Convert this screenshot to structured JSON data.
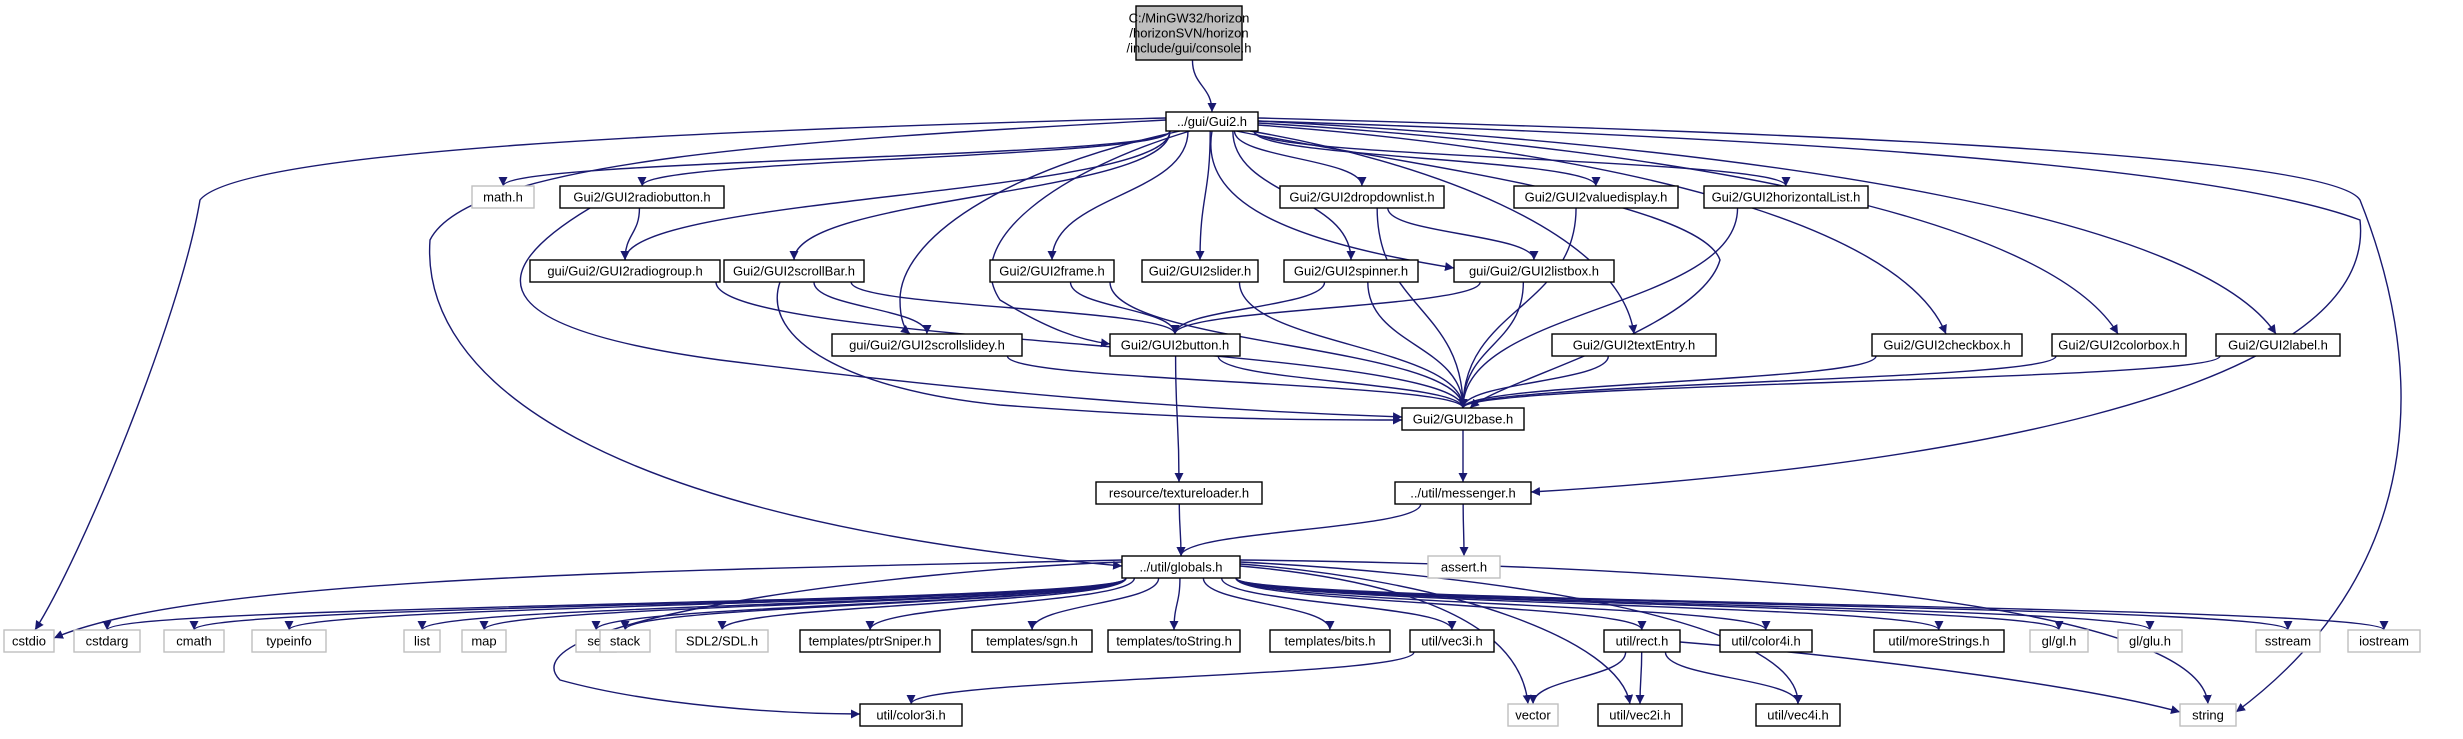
{
  "diagram": {
    "type": "include-dependency-graph",
    "colors": {
      "edge": "#191970",
      "root_fill": "#bfbfbf",
      "border": "#000000",
      "system_border": "#bfbfbf",
      "background": "#ffffff"
    },
    "nodes": [
      {
        "id": "console",
        "kind": "root",
        "label": "C:/MinGW32/horizon\n/horizonSVN/horizon\n/include/gui/console.h"
      },
      {
        "id": "gui2",
        "kind": "file",
        "label": "../gui/Gui2.h"
      },
      {
        "id": "math",
        "kind": "sys",
        "label": "math.h"
      },
      {
        "id": "radiobutton",
        "kind": "file",
        "label": "Gui2/GUI2radiobutton.h"
      },
      {
        "id": "radiogroup",
        "kind": "file",
        "label": "gui/Gui2/GUI2radiogroup.h"
      },
      {
        "id": "scrollbar",
        "kind": "file",
        "label": "Gui2/GUI2scrollBar.h"
      },
      {
        "id": "scrollslidey",
        "kind": "file",
        "label": "gui/Gui2/GUI2scrollslidey.h"
      },
      {
        "id": "frame",
        "kind": "file",
        "label": "Gui2/GUI2frame.h"
      },
      {
        "id": "slider",
        "kind": "file",
        "label": "Gui2/GUI2slider.h"
      },
      {
        "id": "dropdown",
        "kind": "file",
        "label": "Gui2/GUI2dropdownlist.h"
      },
      {
        "id": "spinner",
        "kind": "file",
        "label": "Gui2/GUI2spinner.h"
      },
      {
        "id": "listbox",
        "kind": "file",
        "label": "gui/Gui2/GUI2listbox.h"
      },
      {
        "id": "valuedisplay",
        "kind": "file",
        "label": "Gui2/GUI2valuedisplay.h"
      },
      {
        "id": "hlist",
        "kind": "file",
        "label": "Gui2/GUI2horizontalList.h"
      },
      {
        "id": "button",
        "kind": "file",
        "label": "Gui2/GUI2button.h"
      },
      {
        "id": "textentry",
        "kind": "file",
        "label": "Gui2/GUI2textEntry.h"
      },
      {
        "id": "checkbox",
        "kind": "file",
        "label": "Gui2/GUI2checkbox.h"
      },
      {
        "id": "colorbox",
        "kind": "file",
        "label": "Gui2/GUI2colorbox.h"
      },
      {
        "id": "label",
        "kind": "file",
        "label": "Gui2/GUI2label.h"
      },
      {
        "id": "base",
        "kind": "file",
        "label": "Gui2/GUI2base.h"
      },
      {
        "id": "textureloader",
        "kind": "file",
        "label": "resource/textureloader.h"
      },
      {
        "id": "messenger",
        "kind": "file",
        "label": "../util/messenger.h"
      },
      {
        "id": "assert",
        "kind": "sys",
        "label": "assert.h"
      },
      {
        "id": "globals",
        "kind": "file",
        "label": "../util/globals.h"
      },
      {
        "id": "cstdio",
        "kind": "sys",
        "label": "cstdio"
      },
      {
        "id": "cstdarg",
        "kind": "sys",
        "label": "cstdarg"
      },
      {
        "id": "cmath",
        "kind": "sys",
        "label": "cmath"
      },
      {
        "id": "typeinfo",
        "kind": "sys",
        "label": "typeinfo"
      },
      {
        "id": "list",
        "kind": "sys",
        "label": "list"
      },
      {
        "id": "map",
        "kind": "sys",
        "label": "map"
      },
      {
        "id": "set",
        "kind": "sys",
        "label": "set"
      },
      {
        "id": "stack",
        "kind": "sys",
        "label": "stack"
      },
      {
        "id": "sdl",
        "kind": "sys",
        "label": "SDL2/SDL.h"
      },
      {
        "id": "ptrsniper",
        "kind": "file",
        "label": "templates/ptrSniper.h"
      },
      {
        "id": "sgn",
        "kind": "file",
        "label": "templates/sgn.h"
      },
      {
        "id": "tostring",
        "kind": "file",
        "label": "templates/toString.h"
      },
      {
        "id": "bits",
        "kind": "file",
        "label": "templates/bits.h"
      },
      {
        "id": "vec3i",
        "kind": "file",
        "label": "util/vec3i.h"
      },
      {
        "id": "rect",
        "kind": "file",
        "label": "util/rect.h"
      },
      {
        "id": "color4i",
        "kind": "file",
        "label": "util/color4i.h"
      },
      {
        "id": "morestrings",
        "kind": "file",
        "label": "util/moreStrings.h"
      },
      {
        "id": "gl",
        "kind": "sys",
        "label": "gl/gl.h"
      },
      {
        "id": "glu",
        "kind": "sys",
        "label": "gl/glu.h"
      },
      {
        "id": "sstream",
        "kind": "sys",
        "label": "sstream"
      },
      {
        "id": "iostream",
        "kind": "sys",
        "label": "iostream"
      },
      {
        "id": "color3i",
        "kind": "file",
        "label": "util/color3i.h"
      },
      {
        "id": "vector",
        "kind": "sys",
        "label": "vector"
      },
      {
        "id": "vec2i",
        "kind": "file",
        "label": "util/vec2i.h"
      },
      {
        "id": "vec4i",
        "kind": "file",
        "label": "util/vec4i.h"
      },
      {
        "id": "string",
        "kind": "sys",
        "label": "string"
      }
    ],
    "edges": [
      [
        "console",
        "gui2"
      ],
      [
        "gui2",
        "math"
      ],
      [
        "gui2",
        "radiobutton"
      ],
      [
        "gui2",
        "radiogroup"
      ],
      [
        "gui2",
        "scrollbar"
      ],
      [
        "gui2",
        "scrollslidey"
      ],
      [
        "gui2",
        "frame"
      ],
      [
        "gui2",
        "slider"
      ],
      [
        "gui2",
        "dropdown"
      ],
      [
        "gui2",
        "spinner"
      ],
      [
        "gui2",
        "listbox"
      ],
      [
        "gui2",
        "valuedisplay"
      ],
      [
        "gui2",
        "hlist"
      ],
      [
        "gui2",
        "button"
      ],
      [
        "gui2",
        "textentry"
      ],
      [
        "gui2",
        "checkbox"
      ],
      [
        "gui2",
        "colorbox"
      ],
      [
        "gui2",
        "label"
      ],
      [
        "gui2",
        "base"
      ],
      [
        "gui2",
        "messenger"
      ],
      [
        "gui2",
        "globals"
      ],
      [
        "gui2",
        "cstdio"
      ],
      [
        "gui2",
        "string"
      ],
      [
        "radiobutton",
        "radiogroup"
      ],
      [
        "radiobutton",
        "base"
      ],
      [
        "radiogroup",
        "base"
      ],
      [
        "scrollbar",
        "scrollslidey"
      ],
      [
        "scrollbar",
        "button"
      ],
      [
        "scrollbar",
        "base"
      ],
      [
        "scrollslidey",
        "base"
      ],
      [
        "frame",
        "button"
      ],
      [
        "frame",
        "base"
      ],
      [
        "slider",
        "base"
      ],
      [
        "dropdown",
        "listbox"
      ],
      [
        "dropdown",
        "base"
      ],
      [
        "spinner",
        "button"
      ],
      [
        "spinner",
        "base"
      ],
      [
        "listbox",
        "button"
      ],
      [
        "listbox",
        "base"
      ],
      [
        "valuedisplay",
        "base"
      ],
      [
        "hlist",
        "base"
      ],
      [
        "button",
        "base"
      ],
      [
        "button",
        "textureloader"
      ],
      [
        "textentry",
        "base"
      ],
      [
        "checkbox",
        "base"
      ],
      [
        "colorbox",
        "base"
      ],
      [
        "label",
        "base"
      ],
      [
        "base",
        "messenger"
      ],
      [
        "textureloader",
        "globals"
      ],
      [
        "messenger",
        "assert"
      ],
      [
        "messenger",
        "globals"
      ],
      [
        "globals",
        "cstdio"
      ],
      [
        "globals",
        "cstdarg"
      ],
      [
        "globals",
        "cmath"
      ],
      [
        "globals",
        "typeinfo"
      ],
      [
        "globals",
        "list"
      ],
      [
        "globals",
        "map"
      ],
      [
        "globals",
        "set"
      ],
      [
        "globals",
        "stack"
      ],
      [
        "globals",
        "sdl"
      ],
      [
        "globals",
        "ptrsniper"
      ],
      [
        "globals",
        "sgn"
      ],
      [
        "globals",
        "tostring"
      ],
      [
        "globals",
        "bits"
      ],
      [
        "globals",
        "vec3i"
      ],
      [
        "globals",
        "rect"
      ],
      [
        "globals",
        "color4i"
      ],
      [
        "globals",
        "morestrings"
      ],
      [
        "globals",
        "gl"
      ],
      [
        "globals",
        "glu"
      ],
      [
        "globals",
        "sstream"
      ],
      [
        "globals",
        "iostream"
      ],
      [
        "globals",
        "color3i"
      ],
      [
        "globals",
        "vector"
      ],
      [
        "globals",
        "vec2i"
      ],
      [
        "globals",
        "vec4i"
      ],
      [
        "globals",
        "string"
      ],
      [
        "vec3i",
        "color3i"
      ],
      [
        "rect",
        "vector"
      ],
      [
        "rect",
        "vec2i"
      ],
      [
        "rect",
        "vec4i"
      ],
      [
        "rect",
        "string"
      ]
    ]
  }
}
